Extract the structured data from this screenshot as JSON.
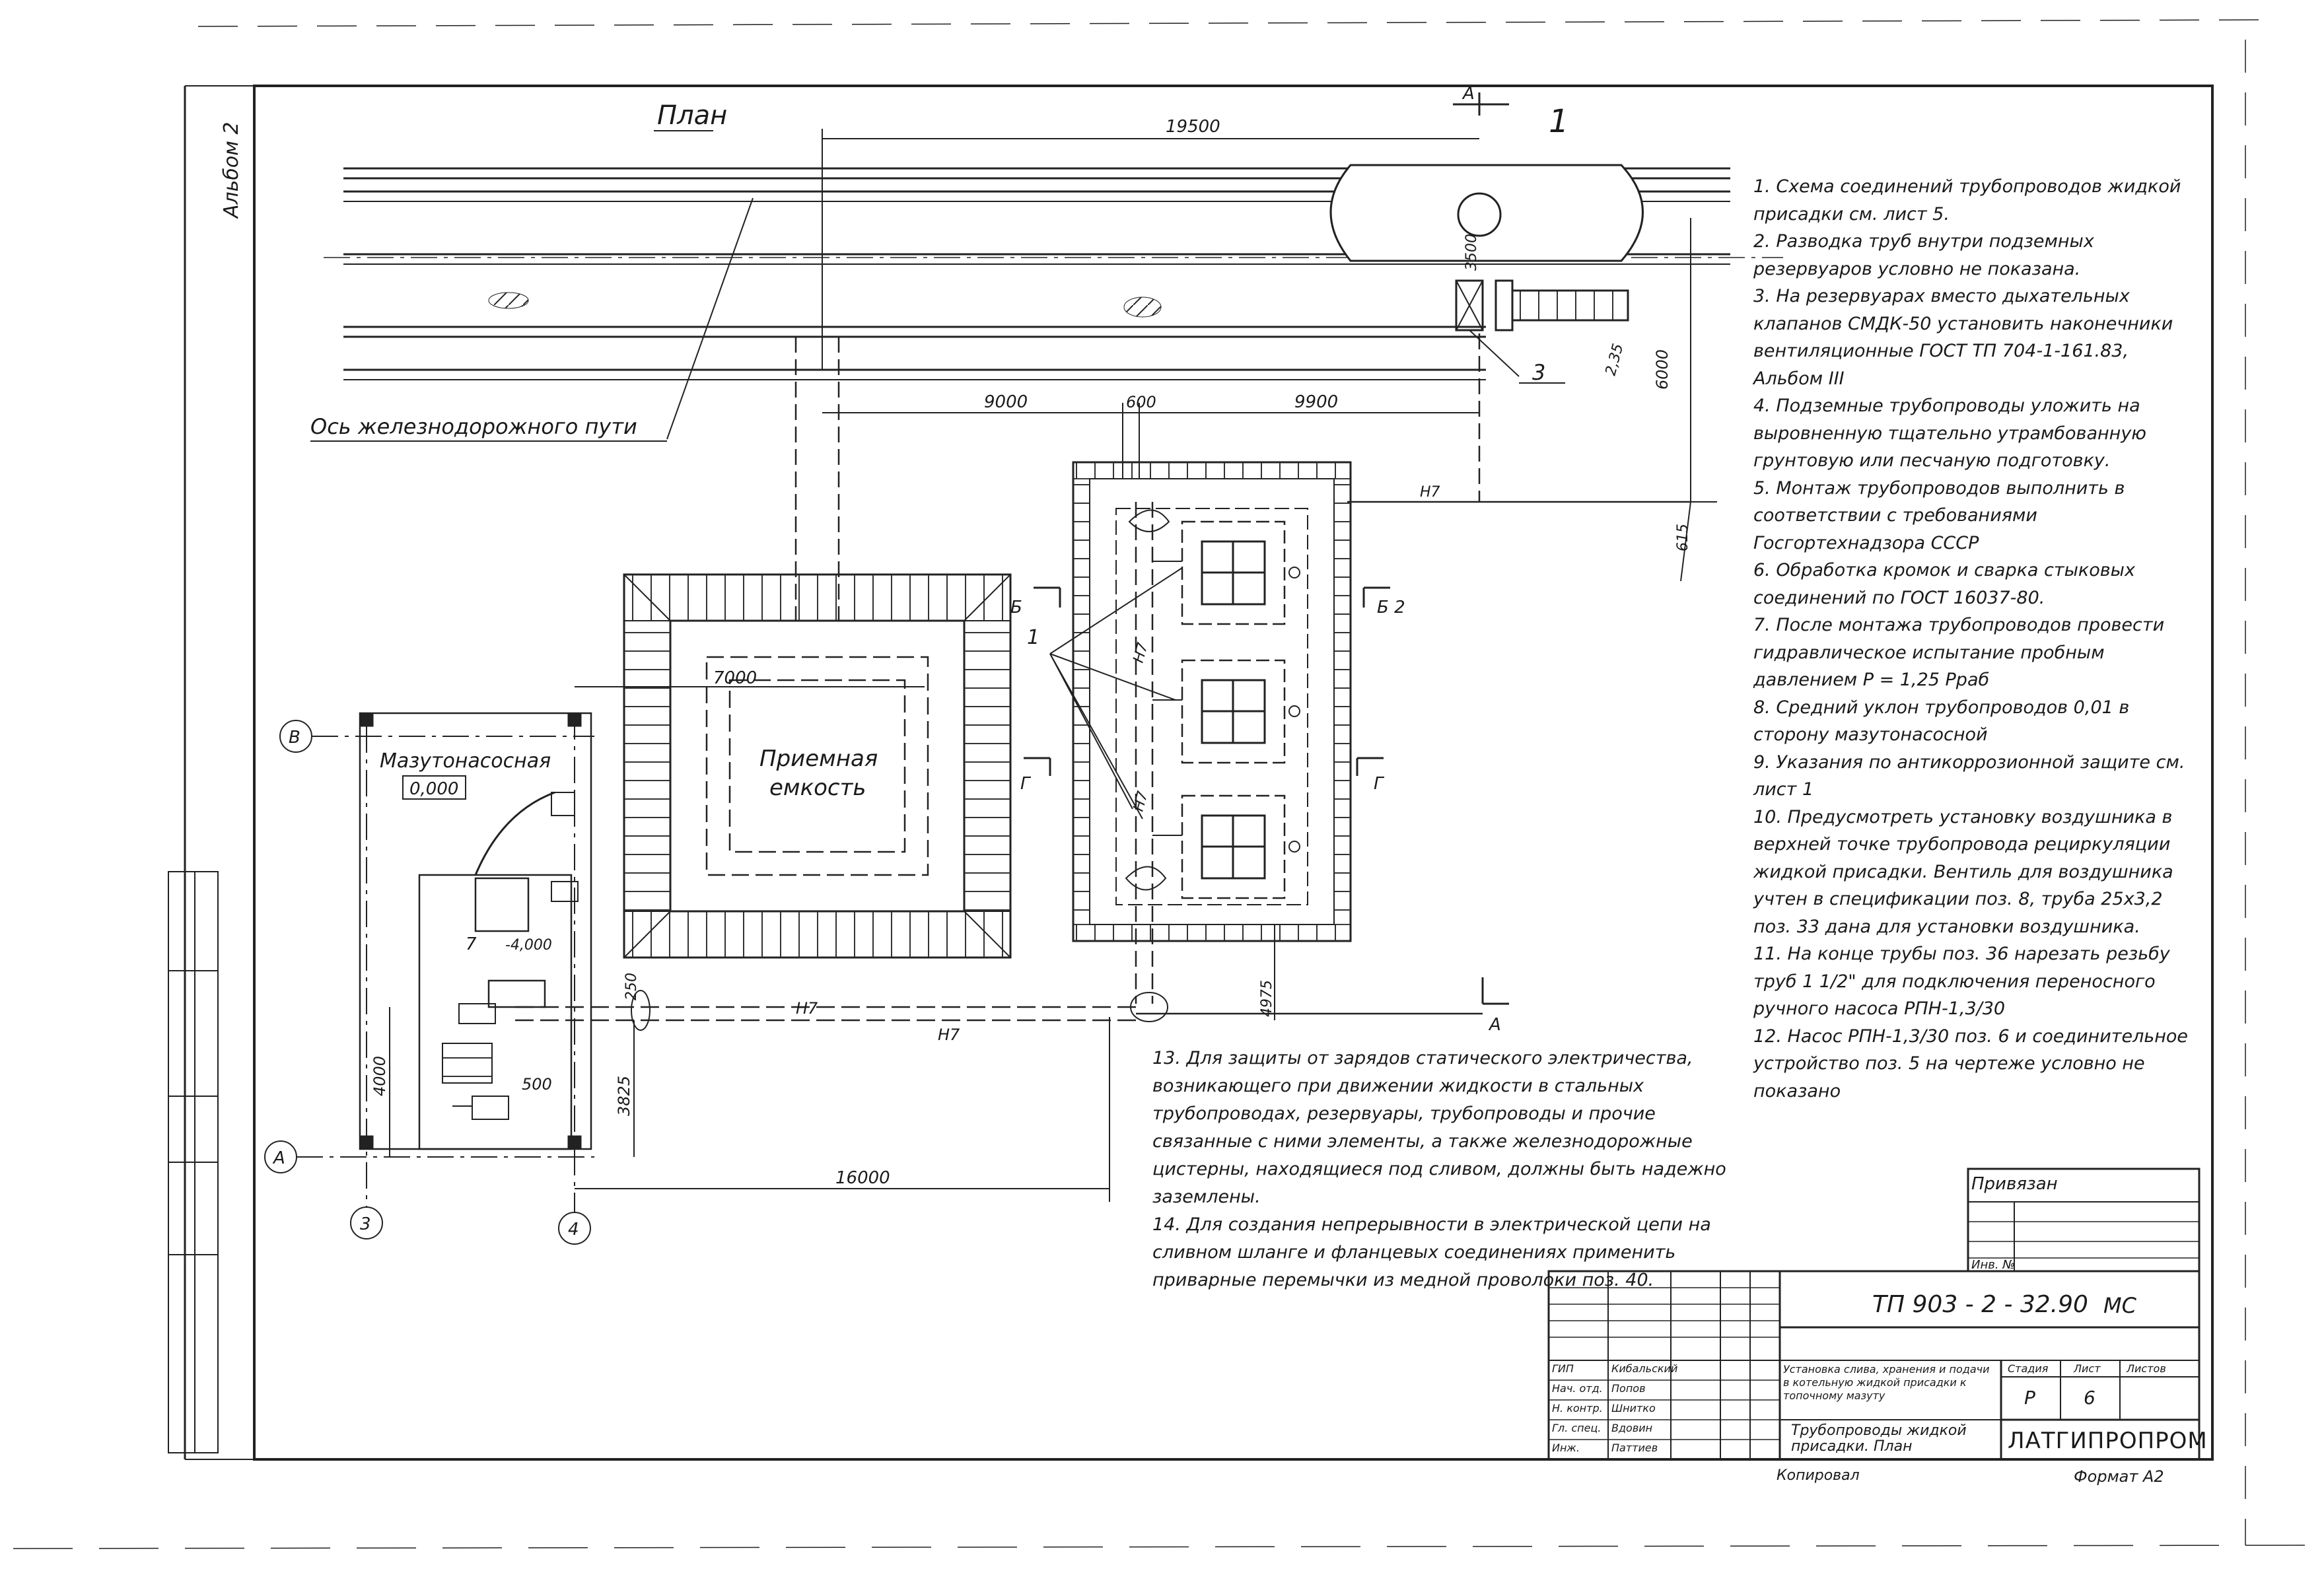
{
  "plan_title": "План",
  "album_label": "Альбом 2",
  "section_mark": "1",
  "axis_label": "Ось железнодорожного пути",
  "dimensions": {
    "d19500": "19500",
    "d3500": "3500",
    "d6000": "6000",
    "d9000": "9000",
    "d600": "600",
    "d9900": "9900",
    "d615": "615",
    "d7000": "7000",
    "d250": "250",
    "d4975": "4975",
    "d4000": "4000",
    "d3825": "3825",
    "d500": "500",
    "d16000": "16000",
    "d235": "2,35"
  },
  "pipe_labels": {
    "h7": "Н7"
  },
  "buildings": {
    "pump_station": "Мазутонасосная",
    "pump_level": "0,000",
    "pump_level2": "-4,000",
    "pos7": "7",
    "receiving_tank": "Приемная\nемкость",
    "pos1": "1",
    "pos3": "3"
  },
  "sections": {
    "b": "Б",
    "b2": "Б 2",
    "g": "Г",
    "a": "А"
  },
  "grid_axes": {
    "v": "В",
    "a": "А",
    "n3": "3",
    "n4": "4"
  },
  "notes": [
    "1. Схема соединений трубопроводов жидкой присадки см. лист 5.",
    "2. Разводка труб внутри подземных резервуаров условно не показана.",
    "3. На резервуарах вместо дыхательных клапанов СМДК-50 установить наконечники вентиляционные ГОСТ ТП 704-1-161.83, Альбом III",
    "4. Подземные трубопроводы уложить на выровненную тщательно утрамбованную грунтовую или песчаную подготовку.",
    "5. Монтаж трубопроводов выполнить в соответствии с требованиями Госгортехнадзора СССР",
    "6. Обработка кромок и сварка стыковых соединений по ГОСТ 16037-80.",
    "7. После монтажа трубопроводов провести гидравлическое испытание пробным давлением Р = 1,25 Рраб",
    "8. Средний уклон трубопроводов 0,01 в сторону мазутонасосной",
    "9. Указания по антикоррозионной защите см. лист 1",
    "10. Предусмотреть установку воздушника в верхней точке трубопровода рециркуляции жидкой присадки. Вентиль для воздушника учтен в спецификации поз. 8, труба 25х3,2 поз. 33 дана для установки воздушника.",
    "11. На конце трубы поз. 36 нарезать резьбу труб 1 1/2\" для подключения переносного ручного насоса РПН-1,3/30",
    "12. Насос РПН-1,3/30 поз. 6 и соединительное устройство поз. 5 на чертеже условно не показано"
  ],
  "notes_lower": [
    "13. Для защиты от зарядов статического электричества, возникающего при движении жидкости в стальных трубопроводах, резервуары, трубопроводы и прочие связанные с ними элементы, а также железнодорожные цистерны, находящиеся под сливом, должны быть надежно заземлены.",
    "14. Для создания непрерывности в электрической цепи на сливном шланге и фланцевых соединениях применить приварные перемычки из медной проволоки поз. 40."
  ],
  "title_block": {
    "privyazan": "Привязан",
    "inv": "Инв. №",
    "code": "ТП 903 - 2 - 32.90",
    "mark": "МС",
    "project_name": "Установка слива, хранения и подачи в котельную жидкой присадки к топочному мазуту",
    "sheet_name": "Трубопроводы жидкой присадки. План",
    "stage_h": "Стадия",
    "sheet_h": "Лист",
    "sheets_h": "Листов",
    "stage": "Р",
    "sheet": "6",
    "org": "ЛАТГИПРОПРОМ",
    "roles": [
      "ГИП",
      "Нач. отд.",
      "Н. контр.",
      "Гл. спец.",
      "Инж."
    ],
    "names": [
      "Кибальский",
      "Попов",
      "Шнитко",
      "Вдовин",
      "Паттиев"
    ],
    "copied": "Копировал",
    "format": "Формат А2"
  }
}
